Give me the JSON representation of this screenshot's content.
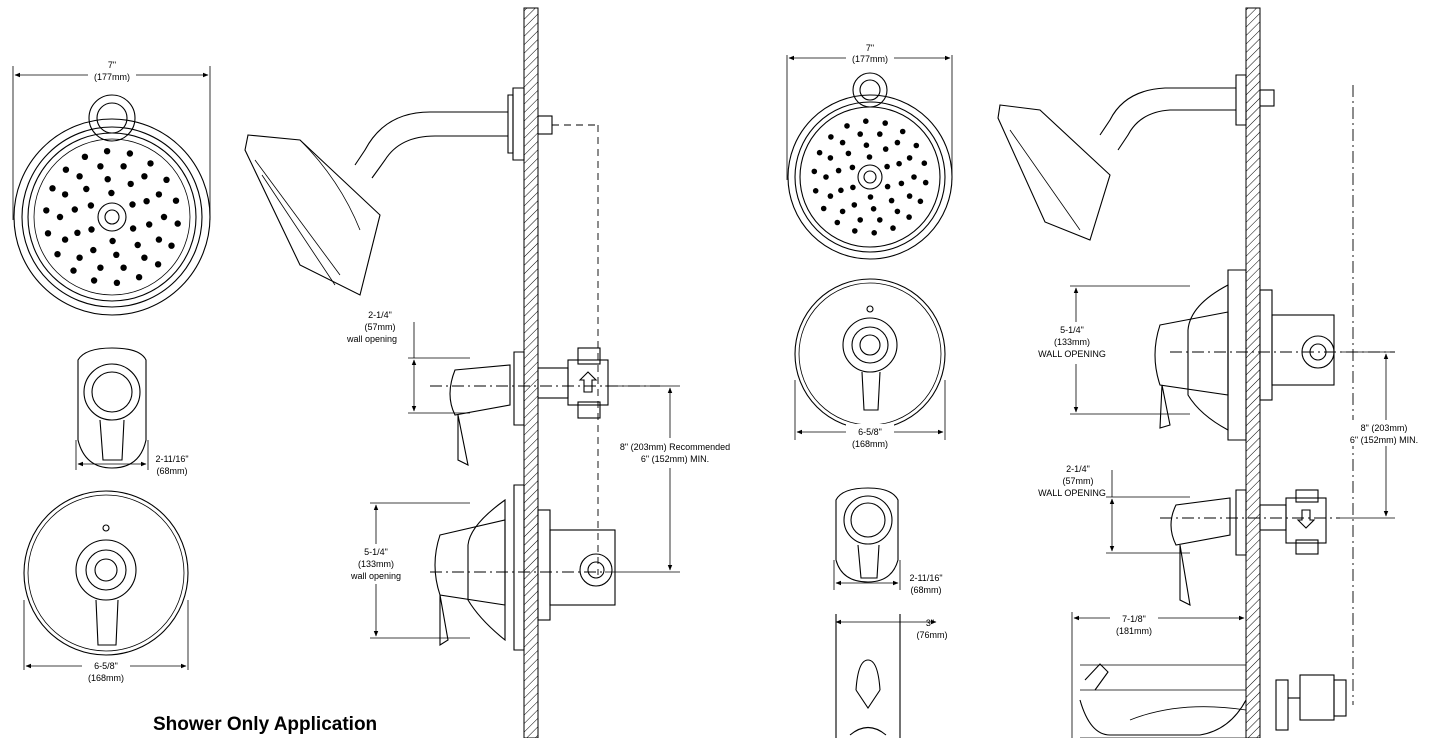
{
  "shower_only": {
    "caption": "Shower Only Application",
    "head_width": {
      "line1": "7\"",
      "line2": "(177mm)"
    },
    "wall_opening_small": {
      "line1": "2-1/4\"",
      "line2": "(57mm)",
      "line3": "wall opening"
    },
    "wall_opening_large": {
      "line1": "5-1/4\"",
      "line2": "(133mm)",
      "line3": "wall opening"
    },
    "spacing": {
      "line1": "8\" (203mm) Recommended",
      "line2": "6\" (152mm) MIN."
    },
    "handle_width": {
      "line1": "2-11/16\"",
      "line2": "(68mm)"
    },
    "escutcheon_width": {
      "line1": "6-5/8\"",
      "line2": "(168mm)"
    }
  },
  "tub_shower": {
    "head_width": {
      "line1": "7\"",
      "line2": "(177mm)"
    },
    "wall_opening_large": {
      "line1": "5-1/4\"",
      "line2": "(133mm)",
      "line3": "WALL OPENING"
    },
    "spacing": {
      "line1": "8\" (203mm)",
      "line2": "6\" (152mm) MIN."
    },
    "wall_opening_small": {
      "line1": "2-1/4\"",
      "line2": "(57mm)",
      "line3": "WALL OPENING"
    },
    "escutcheon_width": {
      "line1": "6-5/8\"",
      "line2": "(168mm)"
    },
    "handle_width": {
      "line1": "2-11/16\"",
      "line2": "(68mm)"
    },
    "spout_height": {
      "line1": "3\"",
      "line2": "(76mm)"
    },
    "spout_reach": {
      "line1": "7-1/8\"",
      "line2": "(181mm)"
    }
  }
}
